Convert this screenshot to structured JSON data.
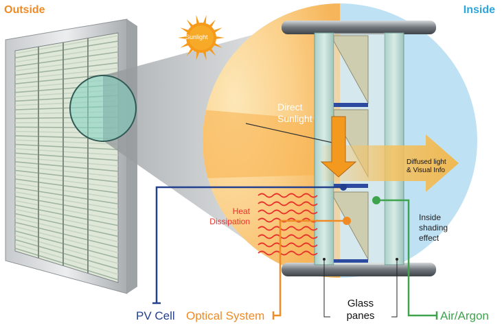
{
  "corner_labels": {
    "outside": "Outside",
    "inside": "Inside"
  },
  "sun": {
    "label": "Sunlight"
  },
  "annotations": {
    "direct_sunlight": [
      "Direct",
      "Sunlight"
    ],
    "heat_dissipation": [
      "Heat",
      "Dissipation"
    ],
    "diffused_light": [
      "Diffused light",
      "& Visual Info"
    ],
    "inside_shading": [
      "Inside",
      "shading",
      "effect"
    ]
  },
  "callouts": {
    "pv_cell": "PV Cell",
    "optical_system": "Optical System",
    "glass_panes": [
      "Glass",
      "panes"
    ],
    "air_argon": "Air/Argon"
  },
  "colors": {
    "outside_text": "#f08a24",
    "inside_text": "#2aa6dd",
    "pv_cell": "#23408e",
    "optical_system": "#f08a24",
    "air_argon": "#3fa34d",
    "heat_waves": "#e8312a",
    "sun": "#f59a1b",
    "inside_sky": "#bfe1f4",
    "glass": "#b9d6d0"
  }
}
